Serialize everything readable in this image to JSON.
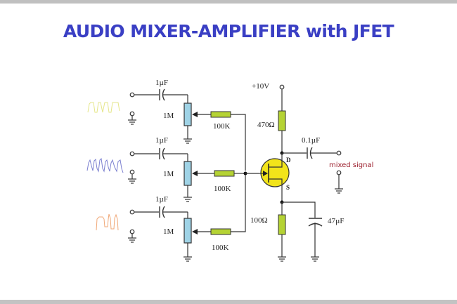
{
  "title": "AUDIO MIXER-AMPLIFIER with JFET",
  "colors": {
    "title": "#3a3fc4",
    "resistor_fill": "#b5d334",
    "potentiometer_fill": "#9fd3e6",
    "jfet_fill": "#f2e41a",
    "output_label": "#9b1c2a",
    "wave_1": "#e5e68a",
    "wave_2": "#7b7fd0",
    "wave_3": "#f0a878"
  },
  "inputs": [
    {
      "waveform": "square-wave",
      "coupling_cap": "1µF",
      "pot": "1M",
      "mix_resistor": "100K"
    },
    {
      "waveform": "multi-pulse-wave",
      "coupling_cap": "1µF",
      "pot": "1M",
      "mix_resistor": "100K"
    },
    {
      "waveform": "irregular-pulse-wave",
      "coupling_cap": "1µF",
      "pot": "1M",
      "mix_resistor": "100K"
    }
  ],
  "supply": "+10V",
  "drain_resistor": "470Ω",
  "source_resistor": "100Ω",
  "bypass_cap": "47µF",
  "output_cap": "0.1µF",
  "output_label": "mixed signal",
  "jfet_pins": {
    "drain": "D",
    "source": "S"
  }
}
